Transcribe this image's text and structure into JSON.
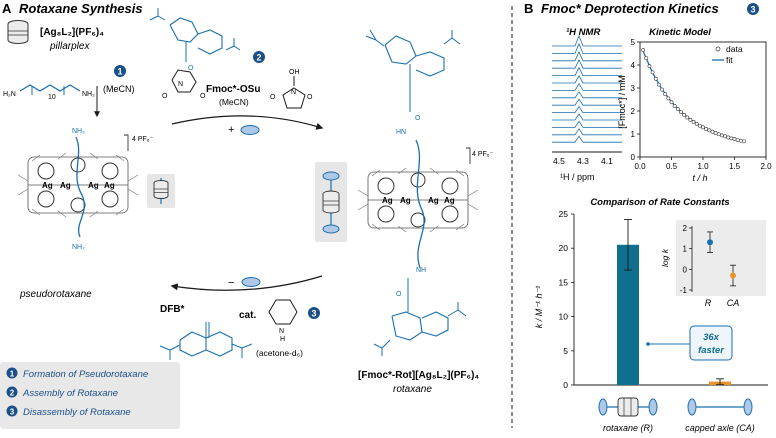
{
  "panel_a": {
    "letter": "A",
    "title": "Rotaxane Synthesis",
    "reagent_formula": "[Ag₈L₂](PF₆)₄",
    "reagent_name": "pillarplex",
    "solvent_1": "(MeCN)",
    "diamine_subscript": "10",
    "nh2": "NH₂",
    "h2n": "H₂N",
    "counterion": "4 PF₆⁻",
    "pseudo_label": "pseudorotaxane",
    "fmoc_reagent": "Fmoc*-OSu",
    "solvent_2": "(MeCN)",
    "plus_sign": "+",
    "minus_sign": "−",
    "oh_label": "OH",
    "n_label": "N",
    "o_label": "O",
    "hn_label": "HN",
    "nh_label": "NH",
    "h_label": "H",
    "ag_label": "Ag",
    "cat_label": "cat.",
    "solvent_3": "(acetone-d₆)",
    "dfb_label": "DFB*",
    "rotaxane_formula": "[Fmoc*-Rot][Ag₈L₂](PF₆)₄",
    "rotaxane_label": "rotaxane",
    "step_nums": [
      "1",
      "2",
      "3"
    ],
    "legend": [
      {
        "num": "1",
        "text": "Formation of Pseudorotaxane"
      },
      {
        "num": "2",
        "text": "Assembly of Rotaxane"
      },
      {
        "num": "3",
        "text": "Disassembly of Rotaxane"
      }
    ]
  },
  "panel_b": {
    "letter": "B",
    "title": "Fmoc* Deprotection Kinetics",
    "step_num": "3",
    "nmr": {
      "title": "¹H NMR",
      "ticks": [
        "4.5",
        "4.3",
        "4.1"
      ],
      "xlabel": "¹H / ppm"
    },
    "colors": {
      "blue": "#1b6fb0",
      "teal": "#0e6f8e",
      "orange": "#e8962a",
      "dark": "#1a1a1a"
    }
  },
  "chart_data": [
    {
      "type": "scatter",
      "title": "Kinetic Model",
      "xlabel": "t / h",
      "ylabel": "[Fmoc*] / mM",
      "xlim": [
        0,
        2.0
      ],
      "ylim": [
        0,
        5.0
      ],
      "xticks": [
        "0.0",
        "0.5",
        "1.0",
        "1.5",
        "2.0"
      ],
      "yticks": [
        "0",
        "1",
        "2",
        "3",
        "4",
        "5"
      ],
      "legend": [
        "data",
        "fit"
      ],
      "legend_position": "top-right",
      "series": [
        {
          "name": "data",
          "x": [
            0.05,
            0.1,
            0.15,
            0.2,
            0.25,
            0.3,
            0.35,
            0.4,
            0.45,
            0.5,
            0.55,
            0.6,
            0.65,
            0.7,
            0.75,
            0.8,
            0.85,
            0.9,
            0.95,
            1.0,
            1.05,
            1.1,
            1.15,
            1.2,
            1.25,
            1.3,
            1.35,
            1.4,
            1.45,
            1.5,
            1.55,
            1.6,
            1.65
          ],
          "y": [
            4.65,
            4.3,
            3.95,
            3.68,
            3.4,
            3.15,
            2.93,
            2.73,
            2.55,
            2.38,
            2.22,
            2.08,
            1.95,
            1.83,
            1.72,
            1.62,
            1.53,
            1.44,
            1.36,
            1.29,
            1.22,
            1.16,
            1.1,
            1.04,
            0.99,
            0.94,
            0.9,
            0.85,
            0.81,
            0.78,
            0.74,
            0.71,
            0.68
          ]
        },
        {
          "name": "fit",
          "x": [
            0.05,
            0.2,
            0.35,
            0.5,
            0.65,
            0.8,
            0.95,
            1.1,
            1.25,
            1.4,
            1.55,
            1.65
          ],
          "y": [
            4.6,
            3.66,
            2.94,
            2.39,
            1.96,
            1.63,
            1.36,
            1.15,
            0.98,
            0.85,
            0.74,
            0.68
          ]
        }
      ]
    },
    {
      "type": "bar",
      "title": "Comparison of Rate Constants",
      "ylabel": "k / M⁻¹ h⁻¹",
      "ylim": [
        0,
        25
      ],
      "yticks": [
        "0",
        "5",
        "10",
        "15",
        "20",
        "25"
      ],
      "categories": [
        "rotaxane (R)",
        "capped axle (CA)"
      ],
      "values": [
        20.5,
        0.5
      ],
      "errors": [
        3.7,
        0.4
      ],
      "annotation": "36x faster"
    },
    {
      "type": "scatter",
      "ylabel": "log k",
      "ylim": [
        -1,
        2
      ],
      "yticks": [
        "2",
        "1",
        "0",
        "-1"
      ],
      "categories": [
        "R",
        "CA"
      ],
      "values": [
        1.31,
        -0.3
      ],
      "errors": [
        0.5,
        0.5
      ]
    }
  ]
}
